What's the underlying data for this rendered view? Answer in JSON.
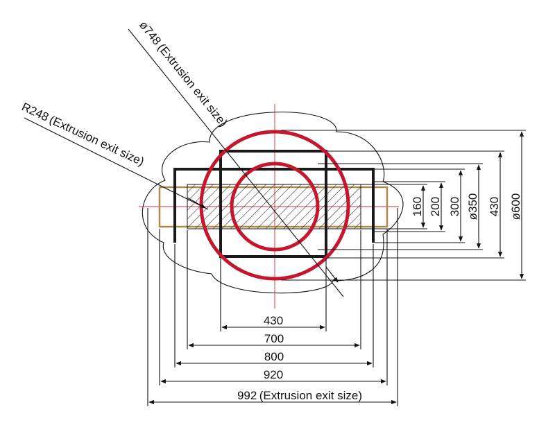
{
  "dimensions": {
    "horizontal": [
      {
        "value": "430"
      },
      {
        "value": "700"
      },
      {
        "value": "800"
      },
      {
        "value": "920"
      },
      {
        "value": "992 (Extrusion exit size)"
      }
    ],
    "vertical": [
      {
        "value": "160"
      },
      {
        "value": "200"
      },
      {
        "value": "300"
      },
      {
        "value": "ø350"
      },
      {
        "value": "430"
      },
      {
        "value": "ø600"
      }
    ]
  },
  "leaders": {
    "diameter_748": "ø748 (Extrusion exit size)",
    "radius_248": "R248 (Extrusion exit size)"
  },
  "colors": {
    "red_circle": "#c4162c",
    "centerline": "#d4283a",
    "gold_outline": "#b08a4a",
    "ink": "#111111"
  }
}
